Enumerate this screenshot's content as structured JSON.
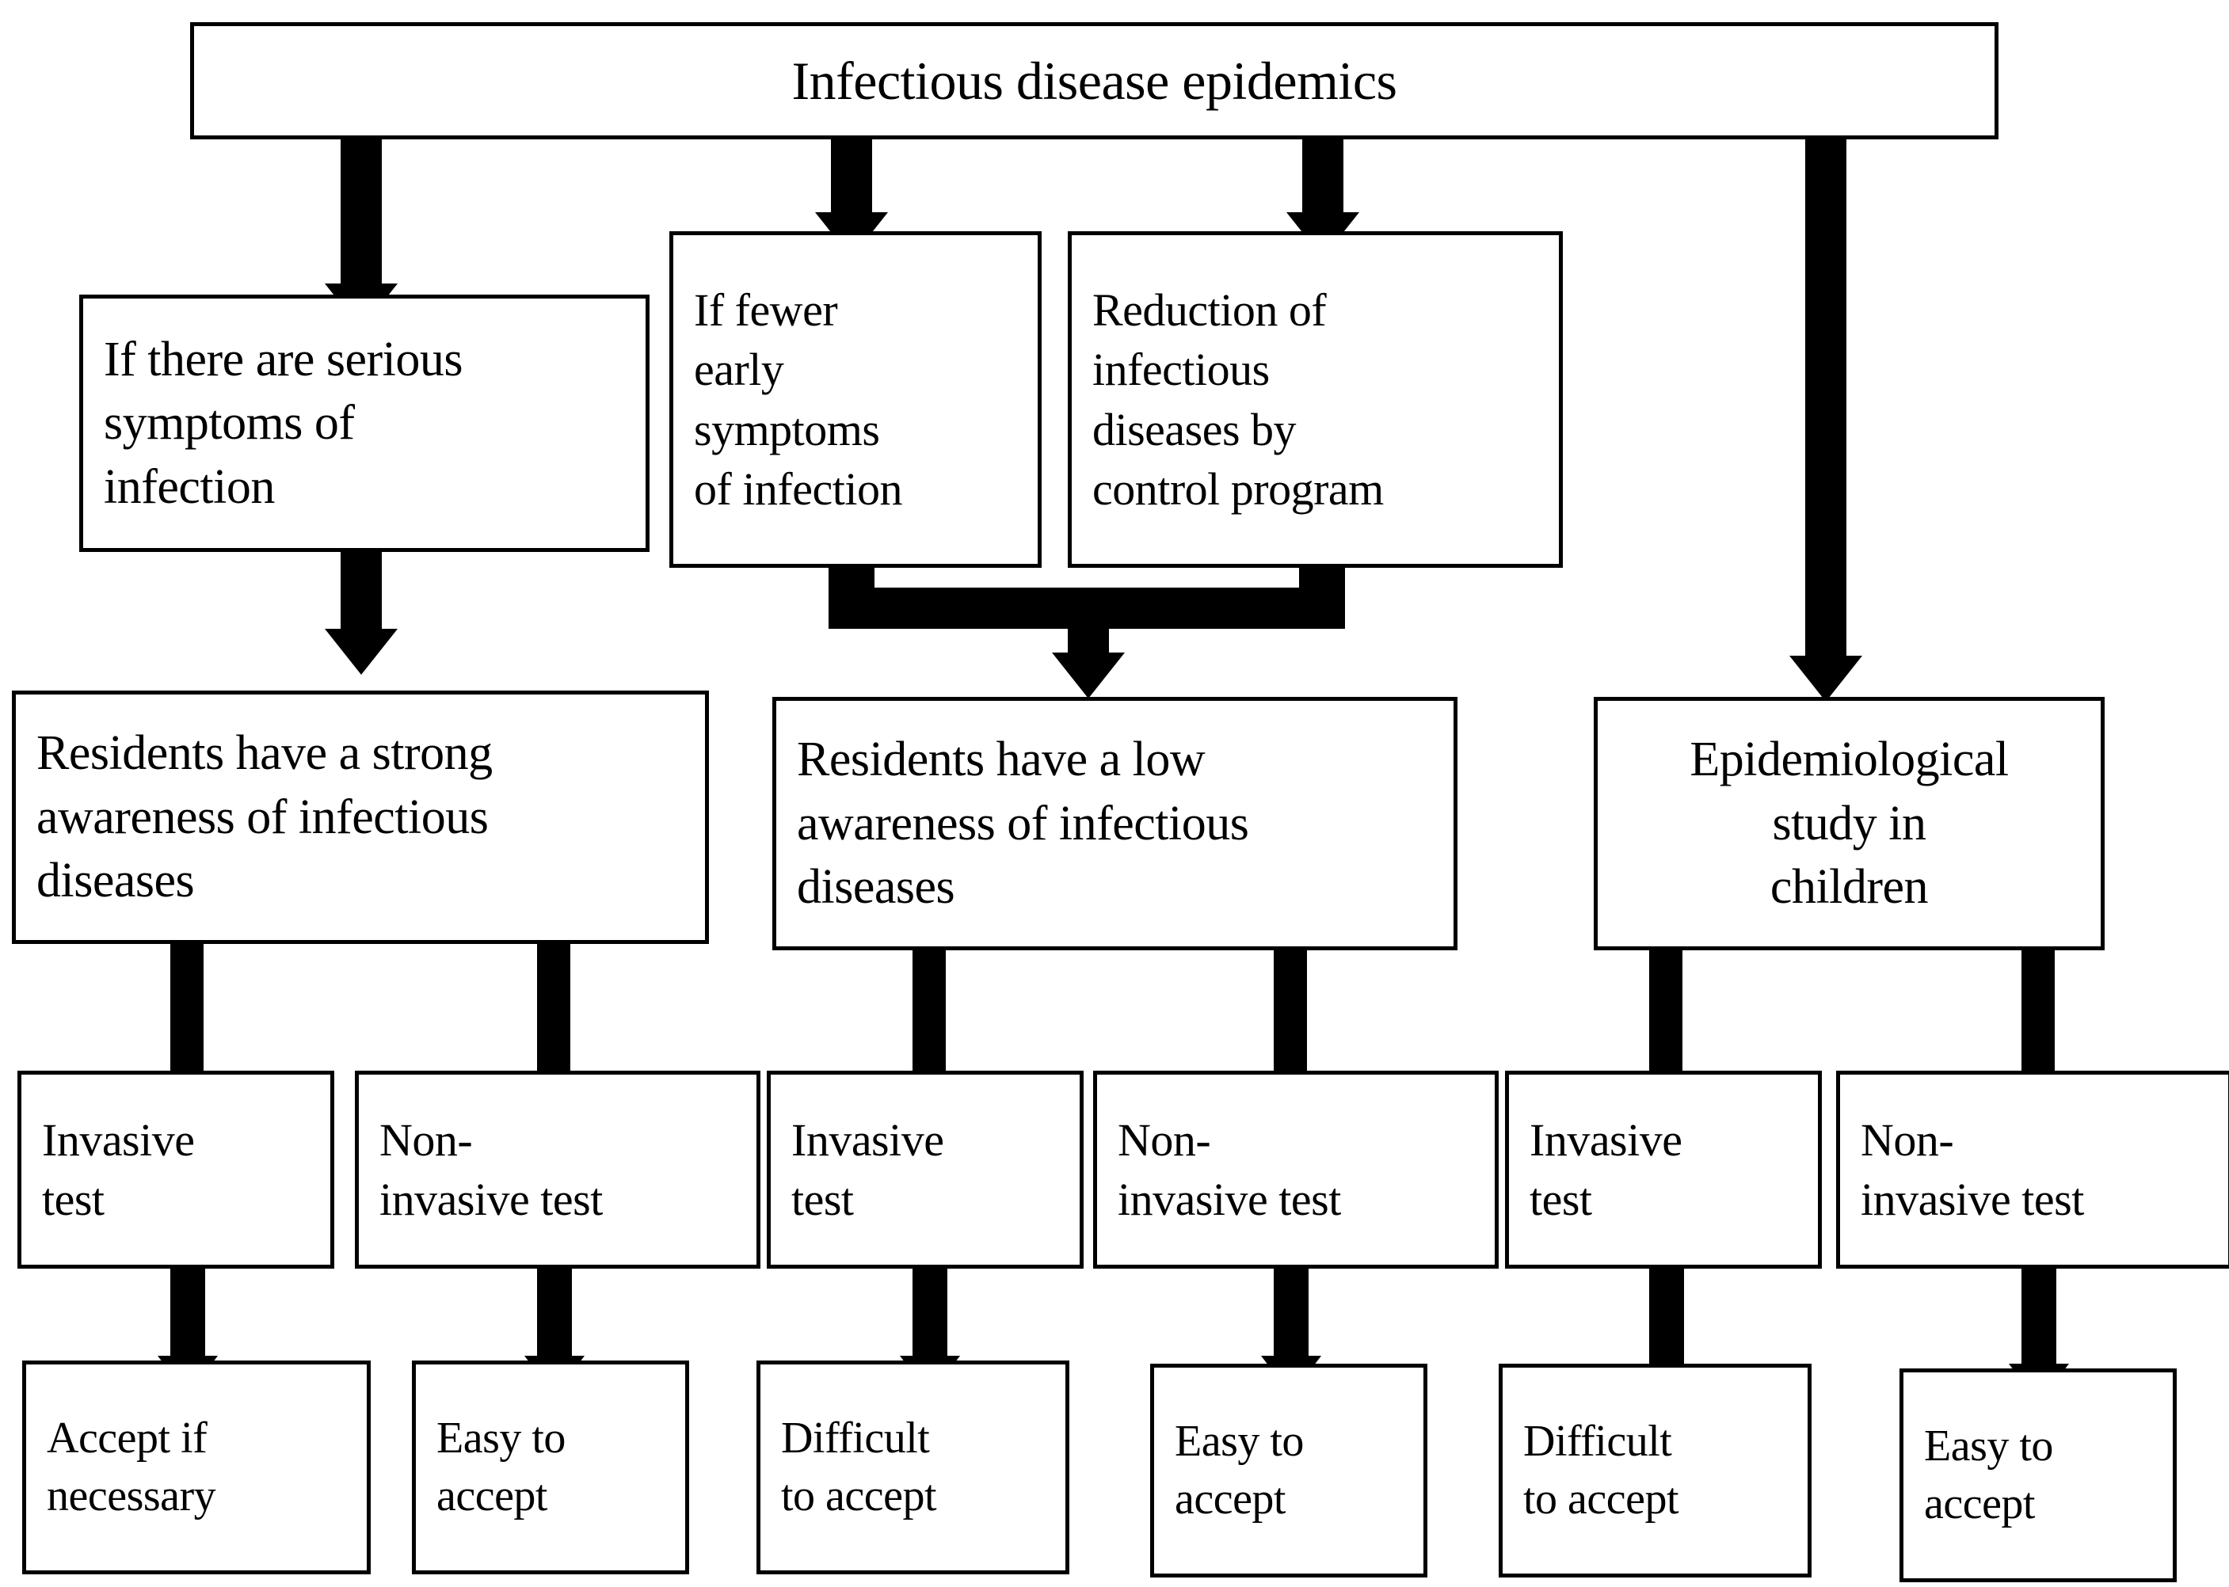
{
  "diagram": {
    "title_box": {
      "label": "Infectious disease epidemics"
    },
    "row2": [
      {
        "id": "serious-symptoms",
        "label": "If there are serious\nsymptoms of\ninfection"
      },
      {
        "id": "fewer-early-symptoms",
        "label": "If fewer\nearly\nsymptoms\nof infection"
      },
      {
        "id": "reduction-by-control-program",
        "label": "Reduction of\ninfectious\ndiseases by\ncontrol program"
      }
    ],
    "row3": [
      {
        "id": "strong-awareness",
        "label": "Residents have a strong\nawareness of infectious\ndiseases"
      },
      {
        "id": "low-awareness",
        "label": "Residents have a low\nawareness of infectious\ndiseases"
      },
      {
        "id": "epidemiological-study",
        "label": "Epidemiological\nstudy in\nchildren"
      }
    ],
    "row4": [
      {
        "id": "invasive-test-1",
        "label": "Invasive\ntest"
      },
      {
        "id": "non-invasive-test-1",
        "label": "Non-\ninvasive test"
      },
      {
        "id": "invasive-test-2",
        "label": "Invasive\ntest"
      },
      {
        "id": "non-invasive-test-2",
        "label": "Non-\ninvasive test"
      },
      {
        "id": "invasive-test-3",
        "label": "Invasive\ntest"
      },
      {
        "id": "non-invasive-test-3",
        "label": "Non-\ninvasive test"
      }
    ],
    "row5": [
      {
        "id": "accept-if-necessary",
        "label": "Accept if\nnecessary"
      },
      {
        "id": "easy-to-accept-1",
        "label": "Easy to\naccept"
      },
      {
        "id": "difficult-to-accept-1",
        "label": "Difficult\nto accept"
      },
      {
        "id": "easy-to-accept-2",
        "label": "Easy to\naccept"
      },
      {
        "id": "difficult-to-accept-2",
        "label": "Difficult\nto accept"
      },
      {
        "id": "easy-to-accept-3",
        "label": "Easy to\naccept"
      }
    ],
    "colors": {
      "stroke": "#000000",
      "fill": "#ffffff",
      "text": "#000000"
    }
  }
}
